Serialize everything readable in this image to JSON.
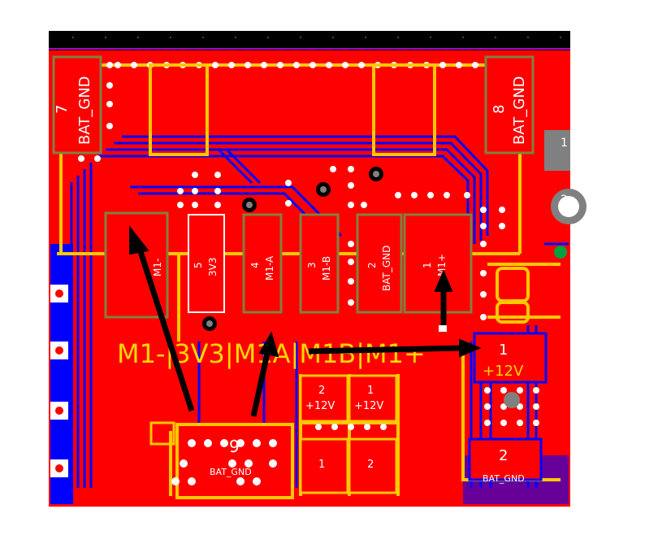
{
  "colors": {
    "page_bg": "#ffffff",
    "board_bg": "#000000",
    "copper_top": "#ff0000",
    "copper_bottom": "#0000ff",
    "trace": "#ffc800",
    "pad_outline": "#808040",
    "silkscreen": "#ffffff",
    "label_text": "#ffd800",
    "arrow": "#000000",
    "edge_line": "#b000c0",
    "teal": "#00b4b4",
    "green": "#00a040"
  },
  "pcb": {
    "pin7_number": "7",
    "pin7_net": "BAT_GND",
    "pin8_number": "8",
    "pin8_net": "BAT_GND",
    "pin_m1minus_net": "M1-",
    "pin5_number": "5",
    "pin5_net": "3V3",
    "pin4_number": "4",
    "pin4_net": "M1-A",
    "pin3_number": "3",
    "pin3_net": "M1-B",
    "pin2_number": "2",
    "pin2_net": "BAT_GND",
    "pin1_number": "1",
    "pin1_net": "M1+",
    "big_label": "M1-|3V3|M1A|M1B|M1+",
    "pad_2_12v_number": "2",
    "pad_2_12v_net": "+12V",
    "pad_1_12v_number": "1",
    "pad_1_12v_net": "+12V",
    "bottom_pad1": "1",
    "bottom_pad2": "2",
    "right_pin1_number": "1",
    "right_pin1_net": "+12V",
    "right_pin2_number": "2",
    "right_pin2_net": "BAT_GND",
    "comp9_number": "9",
    "comp9_net": "BAT_GND",
    "right_edge_digit1": "1",
    "right_edge_digit2": "2"
  }
}
